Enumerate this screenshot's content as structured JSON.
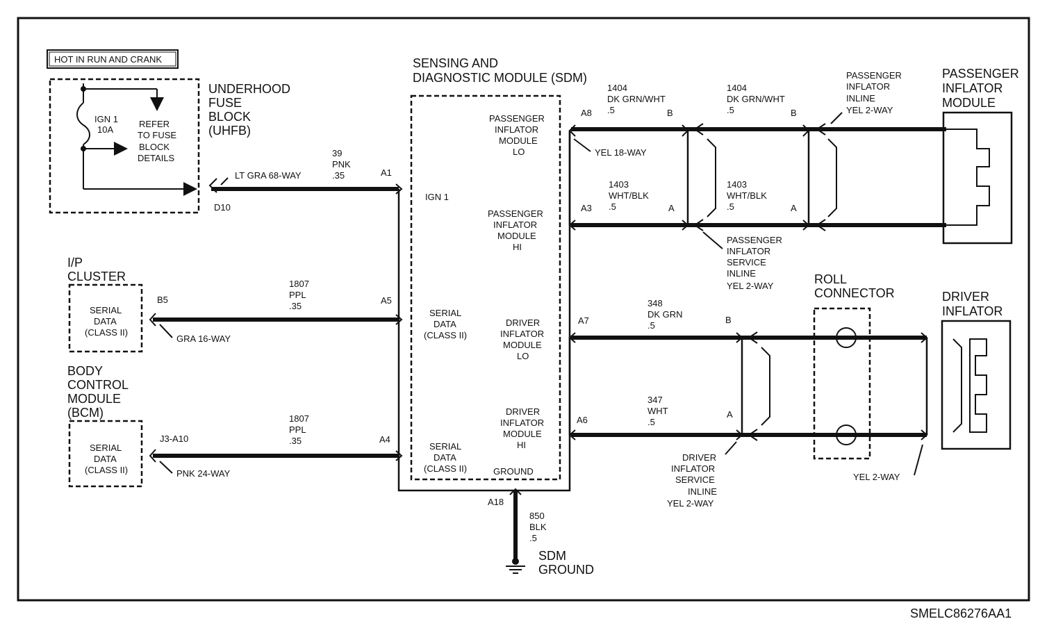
{
  "figure_id": "SMELC86276AA1",
  "hot_label": "HOT IN RUN AND CRANK",
  "uhfb": {
    "title": [
      "UNDERHOOD",
      "FUSE",
      "BLOCK",
      "(UHFB)"
    ],
    "fuse": [
      "IGN 1",
      "10A"
    ],
    "refer": [
      "REFER",
      "TO FUSE",
      "BLOCK",
      "DETAILS"
    ],
    "connector": "LT GRA 68-WAY",
    "pin": "D10"
  },
  "sdm": {
    "title": [
      "SENSING AND",
      "DIAGNOSTIC MODULE (SDM)"
    ],
    "ign": "IGN 1",
    "serial_1": [
      "SERIAL",
      "DATA",
      "(CLASS II)"
    ],
    "serial_2": [
      "SERIAL",
      "DATA",
      "(CLASS II)"
    ],
    "pass_lo": [
      "PASSENGER",
      "INFLATOR",
      "MODULE",
      "LO"
    ],
    "pass_hi": [
      "PASSENGER",
      "INFLATOR",
      "MODULE",
      "HI"
    ],
    "drv_lo": [
      "DRIVER",
      "INFLATOR",
      "MODULE",
      "LO"
    ],
    "drv_hi": [
      "DRIVER",
      "INFLATOR",
      "MODULE",
      "HI"
    ],
    "ground": "GROUND",
    "connector": "YEL 18-WAY"
  },
  "ipc": {
    "title": [
      "I/P",
      "CLUSTER"
    ],
    "box": [
      "SERIAL",
      "DATA",
      "(CLASS II)"
    ],
    "pin": "B5",
    "connector": "GRA 16-WAY"
  },
  "bcm": {
    "title": [
      "BODY",
      "CONTROL",
      "MODULE",
      "(BCM)"
    ],
    "box": [
      "SERIAL",
      "DATA",
      "(CLASS II)"
    ],
    "pin": "J3-A10",
    "connector": "PNK 24-WAY"
  },
  "pins": {
    "a1": "A1",
    "a5": "A5",
    "a4": "A4",
    "a8": "A8",
    "a3": "A3",
    "a7": "A7",
    "a6": "A6",
    "a18": "A18"
  },
  "circuits": {
    "ign": [
      "39",
      "PNK",
      ".35"
    ],
    "ipc": [
      "1807",
      "PPL",
      ".35"
    ],
    "bcm": [
      "1807",
      "PPL",
      ".35"
    ],
    "pass_lo_1": [
      "1404",
      "DK GRN/WHT",
      ".5"
    ],
    "pass_lo_2": [
      "1404",
      "DK GRN/WHT",
      ".5"
    ],
    "pass_hi_1": [
      "1403",
      "WHT/BLK",
      ".5"
    ],
    "pass_hi_2": [
      "1403",
      "WHT/BLK",
      ".5"
    ],
    "drv_lo": [
      "348",
      "DK GRN",
      ".5"
    ],
    "drv_hi": [
      "347",
      "WHT",
      ".5"
    ],
    "ground": [
      "850",
      "BLK",
      ".5"
    ]
  },
  "cavities": {
    "b1": "B",
    "a1": "A",
    "b2": "B",
    "a2": "A",
    "b3": "B",
    "a3": "A"
  },
  "pass_inline": [
    "PASSENGER",
    "INFLATOR",
    "INLINE",
    "YEL 2-WAY"
  ],
  "pass_service": [
    "PASSENGER",
    "INFLATOR",
    "SERVICE",
    "INLINE",
    "YEL 2-WAY"
  ],
  "pass_module": [
    "PASSENGER",
    "INFLATOR",
    "MODULE"
  ],
  "roll_connector": [
    "ROLL",
    "CONNECTOR"
  ],
  "driver_inflator": [
    "DRIVER",
    "INFLATOR"
  ],
  "drv_service": [
    "DRIVER",
    "INFLATOR",
    "SERVICE",
    "INLINE",
    "YEL 2-WAY"
  ],
  "drv_connector": "YEL 2-WAY",
  "sdm_ground": [
    "SDM",
    "GROUND"
  ]
}
